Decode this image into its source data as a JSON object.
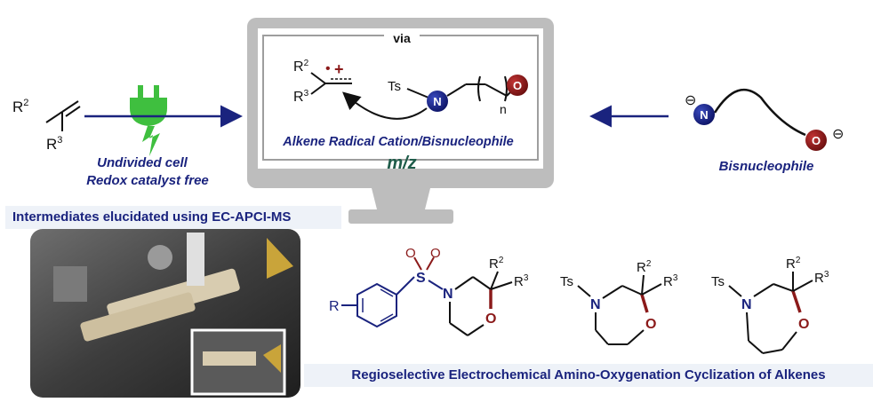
{
  "alkene": {
    "sub_r2": "R",
    "sup_r2": "2",
    "sub_r3": "R",
    "sup_r3": "3",
    "note_line1": "Undivided cell",
    "note_line2": "Redox catalyst free"
  },
  "monitor": {
    "via": "via",
    "intermediate_label": "Alkene Radical Cation/Bisnucleophile",
    "mz": "m/z",
    "ts": "Ts",
    "n_atom": "N",
    "o_atom": "O",
    "n_sub": "n",
    "r2": "R",
    "r2_sup": "2",
    "r3": "R",
    "r3_sup": "3",
    "radical": "•",
    "cation": "+"
  },
  "bisnucleophile": {
    "label": "Bisnucleophile",
    "n_atom": "N",
    "o_atom": "O",
    "minus": "⊖"
  },
  "banner": {
    "text": "Intermediates elucidated using EC-APCI-MS"
  },
  "products": {
    "so": "S",
    "o_top1": "O",
    "o_top2": "O",
    "r_ring": "R",
    "p1": {
      "n": "N",
      "o": "O",
      "r2": "R",
      "r2_sup": "2",
      "r3": "R",
      "r3_sup": "3"
    },
    "p2": {
      "ts": "Ts",
      "n": "N",
      "o": "O",
      "r2": "R",
      "r2_sup": "2",
      "r3": "R",
      "r3_sup": "3"
    },
    "p3": {
      "ts": "Ts",
      "n": "N",
      "o": "O",
      "r2": "R",
      "r2_sup": "2",
      "r3": "R",
      "r3_sup": "3"
    }
  },
  "footer": {
    "title": "Regioselective Electrochemical Amino-Oxygenation Cyclization of Alkenes"
  },
  "colors": {
    "navy": "#1a237e",
    "crimson": "#8b1a1a",
    "bolt": "#3fbf3f",
    "monitor": "#b8b8b8",
    "mz": "#1f5c4a"
  }
}
